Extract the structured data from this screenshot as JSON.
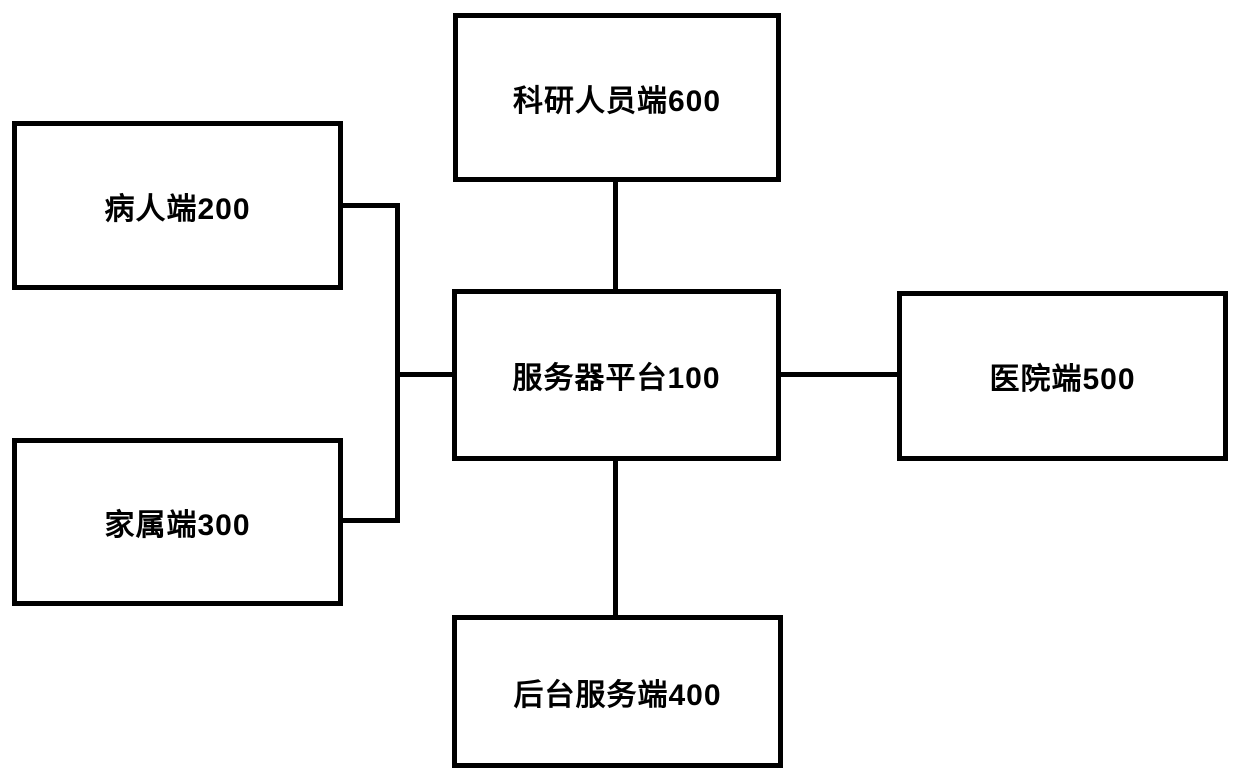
{
  "diagram": {
    "background_color": "#ffffff",
    "stroke_color": "#000000",
    "nodes": [
      {
        "id": "600",
        "label": "科研人员端600"
      },
      {
        "id": "200",
        "label": "病人端200"
      },
      {
        "id": "300",
        "label": "家属端300"
      },
      {
        "id": "100",
        "label": "服务器平台100"
      },
      {
        "id": "500",
        "label": "医院端500"
      },
      {
        "id": "400",
        "label": "后台服务端400"
      }
    ],
    "edges": [
      {
        "from": "科研人员端600",
        "to": "服务器平台100"
      },
      {
        "from": "病人端200",
        "to": "服务器平台100"
      },
      {
        "from": "家属端300",
        "to": "服务器平台100"
      },
      {
        "from": "服务器平台100",
        "to": "医院端500"
      },
      {
        "from": "服务器平台100",
        "to": "后台服务端400"
      }
    ]
  }
}
